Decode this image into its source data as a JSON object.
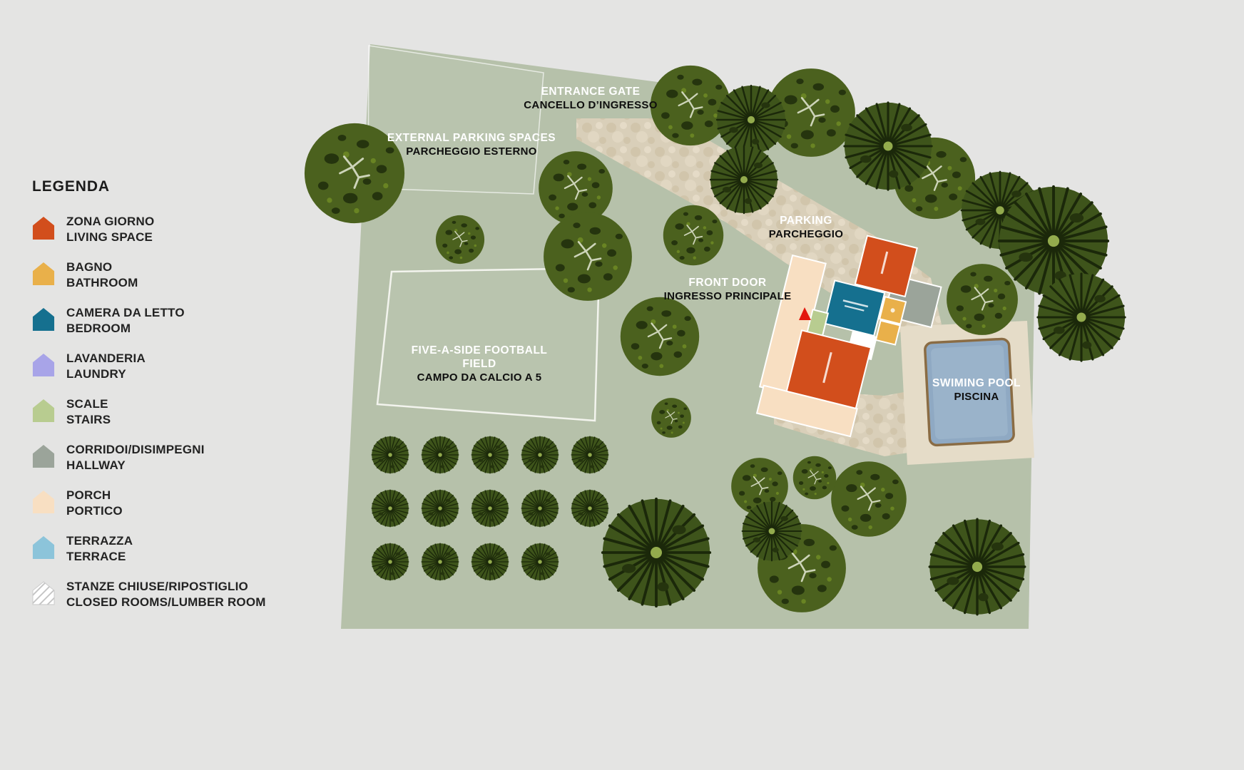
{
  "legend": {
    "title": "LEGENDA",
    "items": [
      {
        "name_it": "ZONA GIORNO",
        "name_en": "LIVING SPACE",
        "color": "#d24e1c"
      },
      {
        "name_it": "BAGNO",
        "name_en": "BATHROOM",
        "color": "#e9b04a"
      },
      {
        "name_it": "CAMERA DA LETTO",
        "name_en": "BEDROOM",
        "color": "#15708f"
      },
      {
        "name_it": "LAVANDERIA",
        "name_en": "LAUNDRY",
        "color": "#a8a4e8"
      },
      {
        "name_it": "SCALE",
        "name_en": "STAIRS",
        "color": "#b8cc90"
      },
      {
        "name_it": "CORRIDOI/DISIMPEGNI",
        "name_en": "HALLWAY",
        "color": "#9ba49a"
      },
      {
        "name_it": "PORCH",
        "name_en": "PORTICO",
        "color": "#f8dfc2"
      },
      {
        "name_it": "TERRAZZA",
        "name_en": "TERRACE",
        "color": "#8cc4da"
      },
      {
        "name_it": "STANZE CHIUSE/RIPOSTIGLIO",
        "name_en": "CLOSED ROOMS/LUMBER ROOM",
        "color": "#ffffff"
      }
    ]
  },
  "map": {
    "labels": {
      "entrance_gate": {
        "en": "ENTRANCE GATE",
        "it": "CANCELLO D’INGRESSO"
      },
      "external_parking": {
        "en": "EXTERNAL PARKING SPACES",
        "it": "PARCHEGGIO ESTERNO"
      },
      "parking": {
        "en": "PARKING",
        "it": "PARCHEGGIO"
      },
      "front_door": {
        "en": "FRONT DOOR",
        "it": "INGRESSO PRINCIPALE"
      },
      "football_field": {
        "en": "FIVE-A-SIDE FOOTBALL FIELD",
        "it": "CAMPO DA CALCIO A 5"
      },
      "pool": {
        "en": "SWIMING POOL",
        "it": "PISCINA"
      }
    },
    "colors": {
      "grounds": "#b6c1aa",
      "water": "#8fa9c3",
      "pool_deck": "#e5dcc8",
      "door_marker": "#e3170d"
    }
  }
}
